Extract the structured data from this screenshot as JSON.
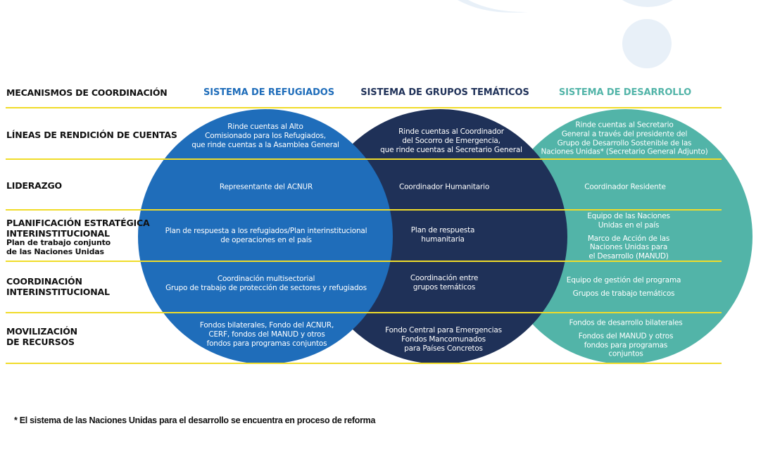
{
  "header": {
    "row_header_label": "MECANISMOS DE COORDINACIÓN",
    "columns": [
      {
        "key": "refugiados",
        "label": "SISTEMA DE REFUGIADOS",
        "color": "#1f6dba"
      },
      {
        "key": "grupos",
        "label": "SISTEMA DE GRUPOS TEMÁTICOS",
        "color": "#1f3158"
      },
      {
        "key": "desarrollo",
        "label": "SISTEMA DE DESARROLLO",
        "color": "#52b4a8"
      }
    ]
  },
  "colors": {
    "rule": "#f0dc2a",
    "refugiados_circle": "#1f6dba",
    "grupos_circle": "#1f3158",
    "desarrollo_circle": "#52b4a8",
    "decor": "#e8f0f8"
  },
  "rows": [
    {
      "label": "LÍNEAS DE RENDICIÓN DE CUENTAS",
      "refugiados": [
        "Rinde cuentas al Alto",
        "Comisionado para los Refugiados,",
        "que rinde cuentas a la Asamblea General"
      ],
      "grupos": [
        "Rinde cuentas al Coordinador",
        "del Socorro de Emergencia,",
        "que rinde cuentas al Secretario General"
      ],
      "desarrollo": [
        "Rinde cuentas al Secretario",
        "General a través del presidente del",
        "Grupo de Desarrollo Sostenible de las",
        "Naciones Unidas* (Secretario General Adjunto)"
      ]
    },
    {
      "label": "LIDERAZGO",
      "refugiados": [
        "Representante del ACNUR"
      ],
      "grupos": [
        "Coordinador Humanitario"
      ],
      "desarrollo": [
        "Coordinador Residente"
      ]
    },
    {
      "label": "PLANIFICACIÓN ESTRATÉGICA",
      "label_line2": "INTERINSTITUCIONAL",
      "sublabel_line1": "Plan de trabajo conjunto",
      "sublabel_line2": "de las Naciones Unidas",
      "refugiados": [
        "Plan de respuesta a los refugiados/Plan interinstitucional",
        "de operaciones en el país"
      ],
      "grupos": [
        "Plan de respuesta",
        "humanitaria"
      ],
      "desarrollo_a": [
        "Equipo de las Naciones",
        "Unidas en el país"
      ],
      "desarrollo_b": [
        "Marco de Acción de las",
        "Naciones Unidas para",
        "el Desarrollo (MANUD)"
      ]
    },
    {
      "label": "COORDINACIÓN",
      "label_line2": "INTERINSTITUCIONAL",
      "refugiados": [
        "Coordinación multisectorial",
        "Grupo de trabajo de protección de sectores y refugiados"
      ],
      "grupos": [
        "Coordinación entre",
        "grupos temáticos"
      ],
      "desarrollo_a": [
        "Equipo de gestión del programa"
      ],
      "desarrollo_b": [
        "Grupos de trabajo temáticos"
      ]
    },
    {
      "label": "MOVILIZACIÓN",
      "label_line2": "DE RECURSOS",
      "refugiados": [
        "Fondos bilaterales, Fondo del ACNUR,",
        "CERF, fondos del MANUD y otros",
        "fondos para programas conjuntos"
      ],
      "grupos": [
        "Fondo Central para Emergencias",
        "Fondos Mancomunados",
        "para Países Concretos"
      ],
      "desarrollo_a": [
        "Fondos de desarrollo bilaterales"
      ],
      "desarrollo_b": [
        "Fondos del MANUD y otros",
        "fondos para programas",
        "conjuntos"
      ]
    }
  ],
  "footnote": "* El sistema de las Naciones Unidas para el desarrollo se encuentra en proceso de reforma"
}
